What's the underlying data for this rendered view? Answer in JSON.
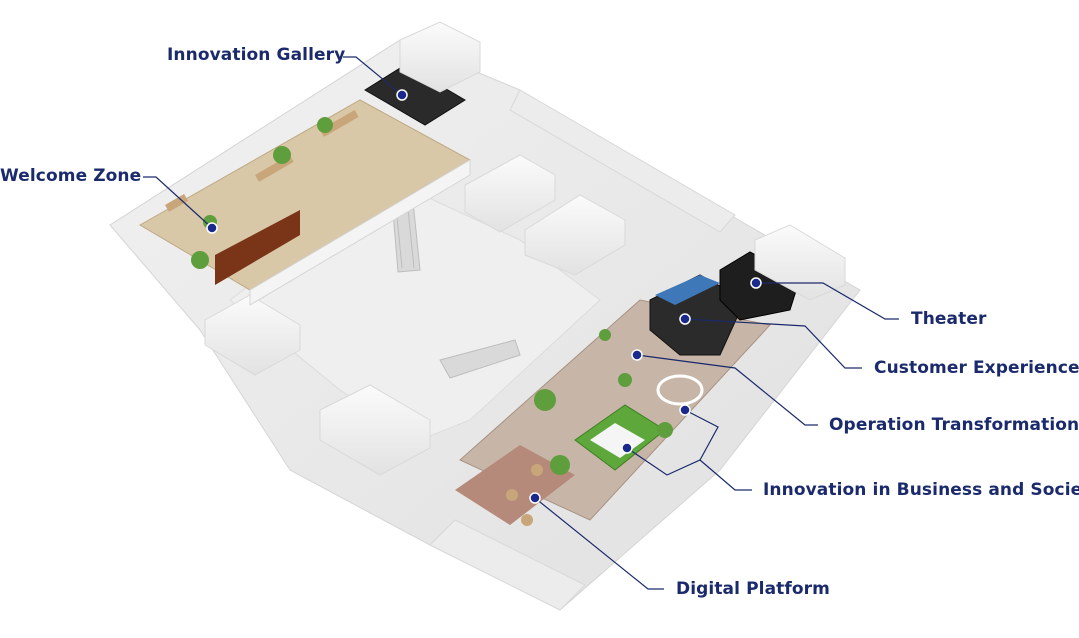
{
  "zones": {
    "innovation_gallery": "Innovation Gallery",
    "welcome_zone": "Welcome Zone",
    "theater": "Theater",
    "customer_experience": "Customer Experience",
    "operation_transformation": "Operation Transformation",
    "innovation_business_society": "Innovation in Business and Society",
    "digital_platform": "Digital Platform"
  },
  "colors": {
    "label_text": "#1a2a6c",
    "leader_line": "#1a2a6c",
    "marker_fill": "#1a2a8c",
    "wall": "#f3f3f3",
    "floor": "#eaeaea",
    "dark_room": "#222222",
    "wood": "#c9a57a",
    "green": "#5f9e3c",
    "brick_path": "#b58a7a"
  }
}
